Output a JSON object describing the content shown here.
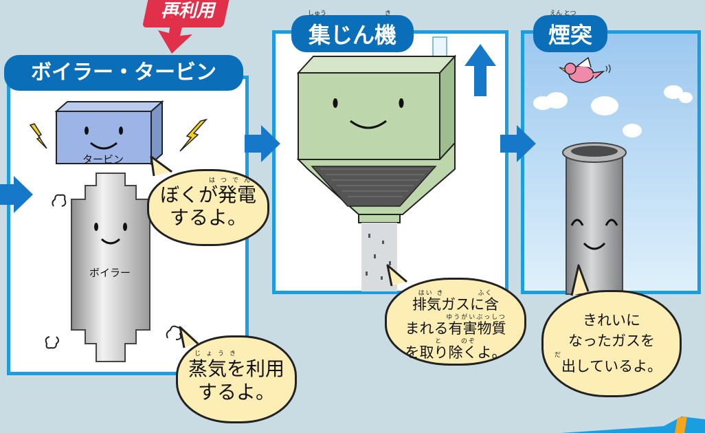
{
  "top_label": "再利用",
  "panels": {
    "boiler": {
      "title": "ボイラー・タービン",
      "turbine_label": "タービン",
      "boiler_label": "ボイラー",
      "bubble1_ruby": "はつでん",
      "bubble1_line1": "ぼくが発電",
      "bubble1_line2": "するよ。",
      "bubble2_ruby": "じょうき",
      "bubble2_line1": "蒸気を利用",
      "bubble2_line2": "するよ。"
    },
    "collector": {
      "title": "集じん機",
      "title_ruby_1": "しゅう",
      "title_ruby_2": "き",
      "bubble_ruby1": "はい き　　　　 ふく",
      "bubble_line1": "排気ガスに含",
      "bubble_ruby2": "ゆうがいぶっしつ",
      "bubble_line2": "まれる有害物質",
      "bubble_ruby3": "と　　 のぞ",
      "bubble_line3": "を取り除くよ。"
    },
    "chimney": {
      "title": "煙突",
      "title_ruby": "えん とつ",
      "bubble_line1": "きれいに",
      "bubble_line2": "なったガスを",
      "bubble_ruby": "だ",
      "bubble_line3": "出しているよ。"
    }
  },
  "colors": {
    "background": "#c9dbe3",
    "panel_border": "#1a9ee0",
    "header_bg": "#0a6fb8",
    "flow_arrow": "#1578c8",
    "bubble_fill": "#fdeeb5",
    "accent_red": "#e0304a"
  }
}
